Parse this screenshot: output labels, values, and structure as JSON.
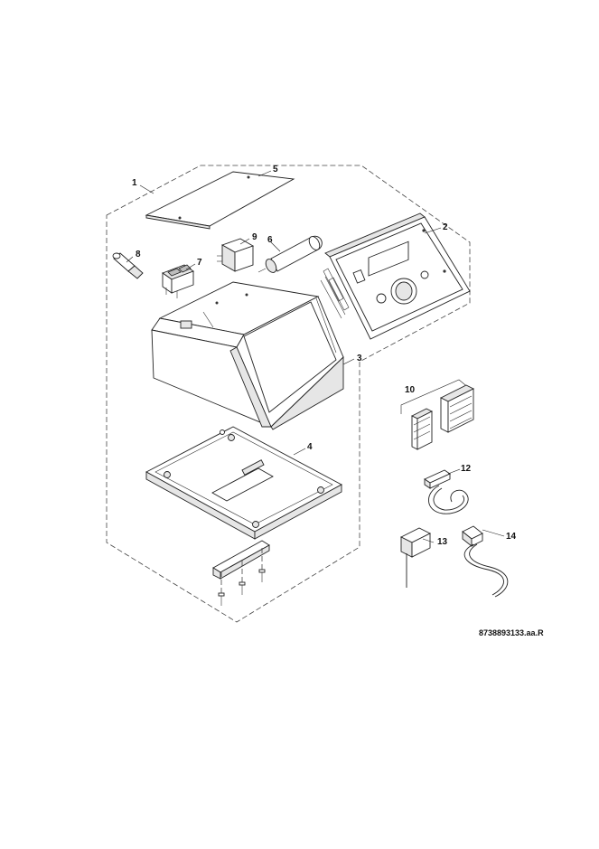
{
  "callouts": {
    "c1": "1",
    "c2": "2",
    "c3": "3",
    "c4": "4",
    "c5": "5",
    "c6": "6",
    "c7": "7",
    "c8": "8",
    "c9": "9",
    "c10": "10",
    "c12": "12",
    "c13": "13",
    "c14": "14"
  },
  "document_id": "8738893133.aa.R"
}
